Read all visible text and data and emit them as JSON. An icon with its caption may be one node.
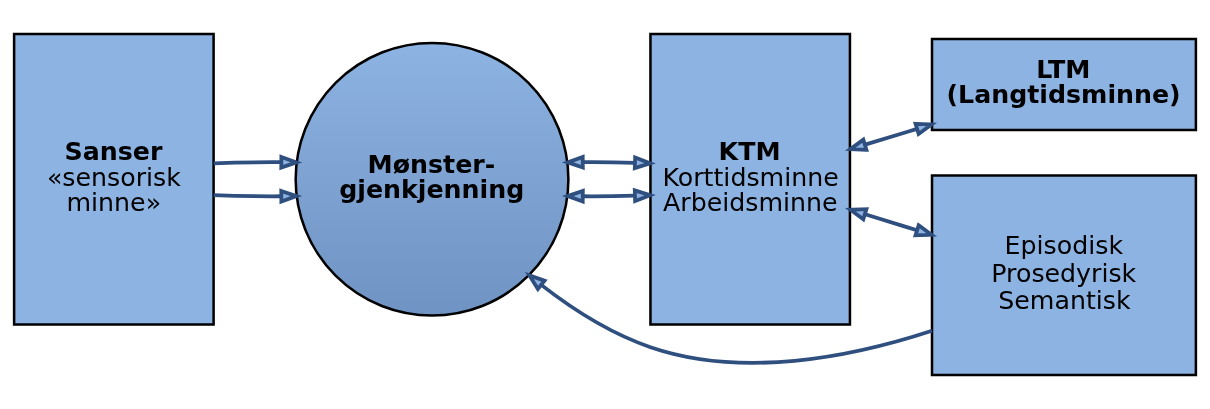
{
  "diagram": {
    "nodes": [
      {
        "text": [
          "Sanser",
          "«sensorisk minne»"
        ]
      },
      {
        "text": [
          "Mønster- gjenkjenning"
        ]
      },
      {
        "text": [
          "KTM",
          "Korttidsminne Arbeidsminne"
        ]
      },
      {
        "text": [
          "LTM (Langtidsminne)"
        ]
      },
      {
        "text": [
          "Episodisk Prosedyrisk Semantisk"
        ]
      }
    ],
    "edges": [
      {
        "from": 0,
        "to": 1,
        "arrow": "to"
      },
      {
        "from": 0,
        "to": 1,
        "arrow": "to"
      },
      {
        "from": 1,
        "to": 2,
        "arrow": "both"
      },
      {
        "from": 1,
        "to": 2,
        "arrow": "both"
      },
      {
        "from": 2,
        "to": 3,
        "arrow": "both"
      },
      {
        "from": 2,
        "to": 4,
        "arrow": "both"
      },
      {
        "from": 4,
        "to": 1,
        "arrow": "to"
      }
    ]
  }
}
